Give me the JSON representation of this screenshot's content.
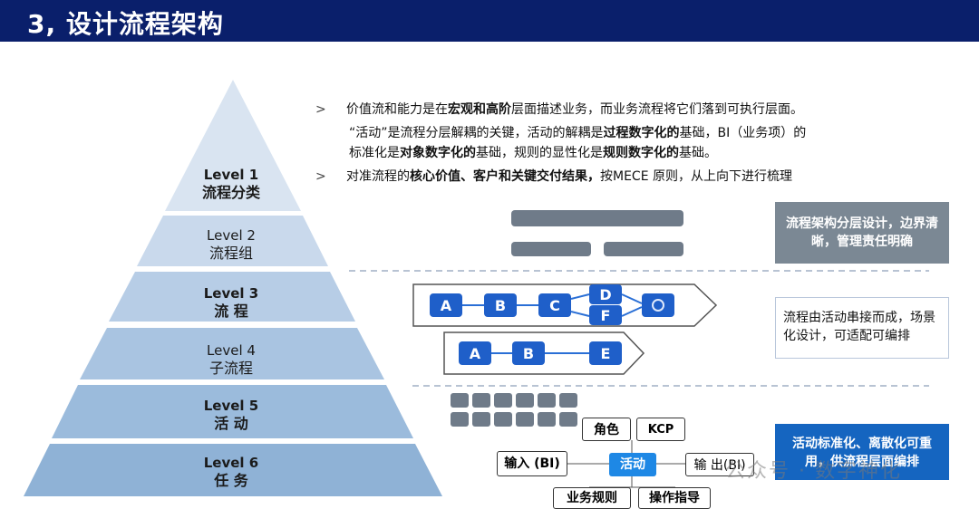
{
  "header": {
    "title": "3, 设计流程架构"
  },
  "pyramid": {
    "levels": [
      {
        "en": "Level 1",
        "cn": "流程分类"
      },
      {
        "en": "Level 2",
        "cn": "流程组"
      },
      {
        "en": "Level 3",
        "cn": "流 程"
      },
      {
        "en": "Level 4",
        "cn": "子流程"
      },
      {
        "en": "Level 5",
        "cn": "活 动"
      },
      {
        "en": "Level 6",
        "cn": "任 务"
      }
    ],
    "colors": [
      "#d9e4f1",
      "#c9d9ec",
      "#b7cde6",
      "#a9c4e1",
      "#9bbbdc",
      "#8fb2d6"
    ]
  },
  "bullets": {
    "b1_pre": "价值流和能力是在",
    "b1_bold": "宏观和高阶",
    "b1_post": "层面描述业务，而业务流程将它们落到可执行层面。",
    "b2_l1_a": "“活动”是流程分层解耦的关键，活动的解耦是",
    "b2_l1_bold": "过程数字化的",
    "b2_l1_b": "基础，BI（业务项）的",
    "b2_l2_a": "标准化是",
    "b2_l2_bold1": "对象数字化的",
    "b2_l2_b": "基础，规则的显性化是",
    "b2_l2_bold2": "规则数字化的",
    "b2_l2_c": "基础。",
    "b3_pre": "对准流程的",
    "b3_bold": "核心价值、客户和关键交付结果，",
    "b3_post": "按MECE 原则，从上向下进行梳理",
    "mark": ">"
  },
  "right_boxes": {
    "grey": "流程架构分层设计，边界清晰，管理责任明确",
    "outline": "流程由活动串接而成，场景化设计，可适配可编排",
    "blue": "活动标准化、离散化可重用，供流程层面编排"
  },
  "flow": {
    "row1": [
      "A",
      "B",
      "C",
      "D",
      "F"
    ],
    "row2": [
      "A",
      "B",
      "E"
    ]
  },
  "activity": {
    "role": "角色",
    "kcp": "KCP",
    "input": "输入 (BI)",
    "center": "活动",
    "output": "输 出(BI)",
    "rules": "业务规则",
    "guide": "操作指导"
  },
  "watermark": "公众号 · 数字神化"
}
